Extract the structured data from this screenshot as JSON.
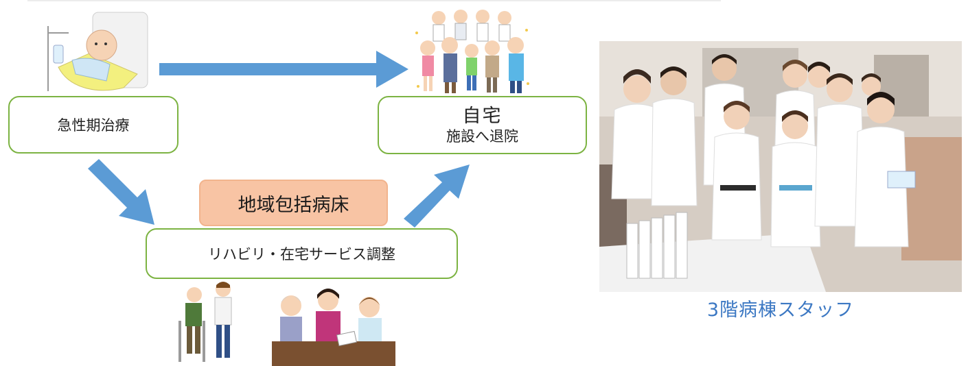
{
  "diagram": {
    "acute_care": "急性期治療",
    "home_title": "自宅",
    "home_sub": "施設へ退院",
    "ward_label": "地域包括病床",
    "rehab": "リハビリ・在宅サービス調整"
  },
  "photo": {
    "caption": "3階病棟スタッフ"
  },
  "icons": [
    "hospital-bed-patient-illustration",
    "family-and-doctors-illustration",
    "walking-assistance-illustration",
    "consultation-illustration",
    "staff-group-photo"
  ],
  "colors": {
    "arrow": "#5b9bd5",
    "box_border": "#7cb342",
    "label_fill": "#f8c4a4",
    "caption": "#3c78c3"
  }
}
